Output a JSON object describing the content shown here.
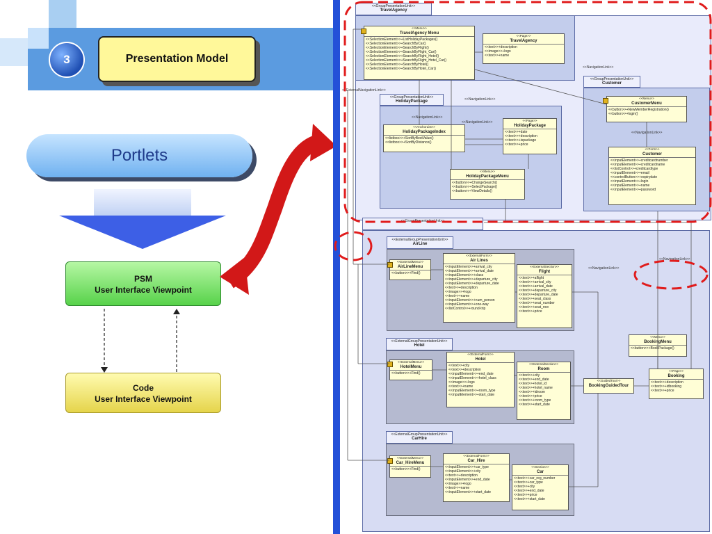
{
  "slide": {
    "number": "3",
    "title": "Presentation Model",
    "portlets": "Portlets",
    "psm": [
      "PSM",
      "User Interface Viewpoint"
    ],
    "code": [
      "Code",
      "User Interface Viewpoint"
    ]
  },
  "colors": {
    "accent_blue": "#2350d8",
    "title_yellow": "#fff89a",
    "psm_green": "#57d24a",
    "code_yellow": "#e5d44b",
    "highlight_red": "#e01b1b"
  },
  "diagram": {
    "travelagency_group": {
      "stereo": "<<GroupPresentationUnit>>",
      "name": "TravelAgency"
    },
    "travelagency_menu": {
      "stereo": "<<Menu>>",
      "name": "TravelAgency Menu",
      "attrs": [
        "<<SelectionElement>>+ListHolidayPackages()",
        "<<SelectionElement>>+SearchByCar()",
        "<<SelectionElement>>+SearchByFlight()",
        "<<SelectionElement>>+SearchByFlight_Car()",
        "<<SelectionElement>>+SearchByFlight_Hotel()",
        "<<SelectionElement>>+SearchByFlight_Hotel_Car()",
        "<<SelectionElement>>+SearchByHotel()",
        "<<SelectionElement>>+SearchByHotel_Car()"
      ]
    },
    "travelagency_page": {
      "stereo": "<<Page>>",
      "name": "TravelAgency",
      "attrs": [
        "<<text>>+description",
        "<<image>>+logo",
        "<<text>>+name"
      ]
    },
    "holiday_group": {
      "stereo": "<<GroupPresentationUnit>>",
      "name": "HolidayPackage"
    },
    "holiday_index": {
      "stereo": "<<AnchorList>>",
      "name": "HolidayPackageIndex",
      "attrs": [
        "<<listbox>>+SortByBestValue()",
        "<<listbox>>+SortByDistance()"
      ]
    },
    "holiday_page": {
      "stereo": "<<Page>>",
      "name": "HolidayPackage",
      "attrs": [
        "<<text>>+date",
        "<<text>>+description",
        "<<text>>+ispackage",
        "<<text>>+price"
      ]
    },
    "holiday_menu": {
      "stereo": "<<Menu>>",
      "name": "HolidayPackageMenu",
      "attrs": [
        "<<button>>+ChangeSearch()",
        "<<button>>+SelectPackage()",
        "<<button>>+ViewDetails()"
      ]
    },
    "customer_group": {
      "stereo": "<<GroupPresentationUnit>>",
      "name": "Customer"
    },
    "customer_menu": {
      "stereo": "<<Menu>>",
      "name": "CustomerMenu",
      "attrs": [
        "<<button>>+NewMemberRegistration()",
        "<<button>>+login()"
      ]
    },
    "customer_form": {
      "stereo": "<<Form>>",
      "name": "Customer",
      "attrs": [
        "<<inputElement>>+creditcardnumber",
        "<<inputElement>>+creditcardname",
        "<<listControl>>+creditcardtype",
        "<<inputElement>>+email",
        "<<controlButton>>+expirydate",
        "<<inputElement>>+login",
        "<<inputElement>>+name",
        "<<inputElement>>+password"
      ]
    },
    "mid_group_tab": "<<GroupPresentationUnit>>",
    "airline_group": {
      "stereo": "<<ExternalGroupPresentationUnit>>",
      "name": "AirLine"
    },
    "airline_menu": {
      "stereo": "<<ExternalMenu>>",
      "name": "AirLineMenu",
      "attrs": [
        "<<button>>+Find()"
      ]
    },
    "airline_form": {
      "stereo": "<<ExternalForm>>",
      "name": "Air Lines",
      "attrs": [
        "<<inputElement>>+arrival_city",
        "<<inputElement>>+arrival_date",
        "<<inputElement>>+class",
        "<<inputElement>>+departure_city",
        "<<inputElement>>+departure_date",
        "<<text>>+description",
        "<<image>>+logo",
        "<<text>>+name",
        "<<inputElement>>+num_person",
        "<<inputElement>>+one-way",
        "<<listControl>>+round-trip"
      ]
    },
    "flight": {
      "stereo": "<<ExternalSection>>",
      "name": "Flight",
      "attrs": [
        "<<text>>+aflight",
        "<<text>>+arrival_city",
        "<<text>>+arrival_date",
        "<<text>>+departure_city",
        "<<text>>+departure_date",
        "<<text>>+seat_class",
        "<<text>>+seat_number",
        "<<text>>+seat_row",
        "<<text>>+price"
      ]
    },
    "hotel_group": {
      "stereo": "<<ExternalGroupPresentationUnit>>",
      "name": "Hotel"
    },
    "hotel_menu": {
      "stereo": "<<ExternalMenu>>",
      "name": "HotelMenu",
      "attrs": [
        "<<button>>+Find()"
      ]
    },
    "hotel_form": {
      "stereo": "<<ExternalForm>>",
      "name": "Hotel",
      "attrs": [
        "<<text>>+city",
        "<<text>>+description",
        "<<inputElement>>+end_date",
        "<<inputElement>>+hotel_class",
        "<<image>>+logo",
        "<<text>>+name",
        "<<inputElement>>+room_type",
        "<<inputElement>>+start_date"
      ]
    },
    "room": {
      "stereo": "<<ExternalSection>>",
      "name": "Room",
      "attrs": [
        "<<text>>+city",
        "<<text>>+end_date",
        "<<text>>+hotel_id",
        "<<text>>+hotel_name",
        "<<text>>+idroom",
        "<<text>>+price",
        "<<text>>+room_type",
        "<<text>>+start_date"
      ]
    },
    "carhire_group": {
      "stereo": "<<ExternalGroupPresentationUnit>>",
      "name": "CarHire"
    },
    "car_menu": {
      "stereo": "<<ExternalMenu>>",
      "name": "Car_HireMenu",
      "attrs": [
        "<<button>>+Find()"
      ]
    },
    "car_form": {
      "stereo": "<<ExternalForm>>",
      "name": "Car_Hire",
      "attrs": [
        "<<inputElement>>+car_type",
        "<<inputElement>>+city",
        "<<text>>+description",
        "<<inputElement>>+end_date",
        "<<image>>+logo",
        "<<text>>+name",
        "<<inputElement>>+start_date"
      ]
    },
    "car": {
      "stereo": "<<Section>>",
      "name": "Car",
      "attrs": [
        "<<text>>+car_reg_number",
        "<<text>>+car_type",
        "<<text>>+city",
        "<<text>>+end_date",
        "<<text>>+price",
        "<<text>>+start_date"
      ]
    },
    "booking_menu": {
      "stereo": "<<Menu>>",
      "name": "BookingMenu",
      "attrs": [
        "<<button>>+BookPackage()"
      ]
    },
    "guided_tour": {
      "stereo": "<<GuidedTour>>",
      "name": "BookingGuidedTour"
    },
    "booking_page": {
      "stereo": "<<Page>>",
      "name": "Booking",
      "attrs": [
        "<<text>>+description",
        "<<text>>+idbooking",
        "<<text>>+price"
      ]
    },
    "nav_link": "<<NavigationLink>>",
    "ext_nav_link": "<<ExternalNavigationLink>>"
  }
}
